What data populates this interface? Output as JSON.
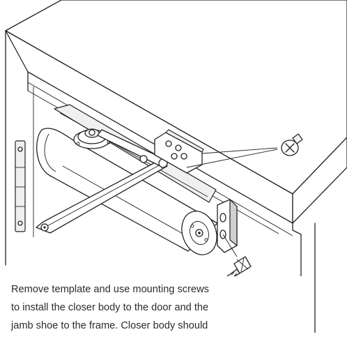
{
  "caption": {
    "lines": [
      "Remove template and use mounting screws",
      "to install the closer body to the door and the",
      "jamb shoe to the frame. Closer body should"
    ]
  },
  "colors": {
    "line": "#222222",
    "shade": "#d0d0d0",
    "text": "#2b2b2b"
  }
}
